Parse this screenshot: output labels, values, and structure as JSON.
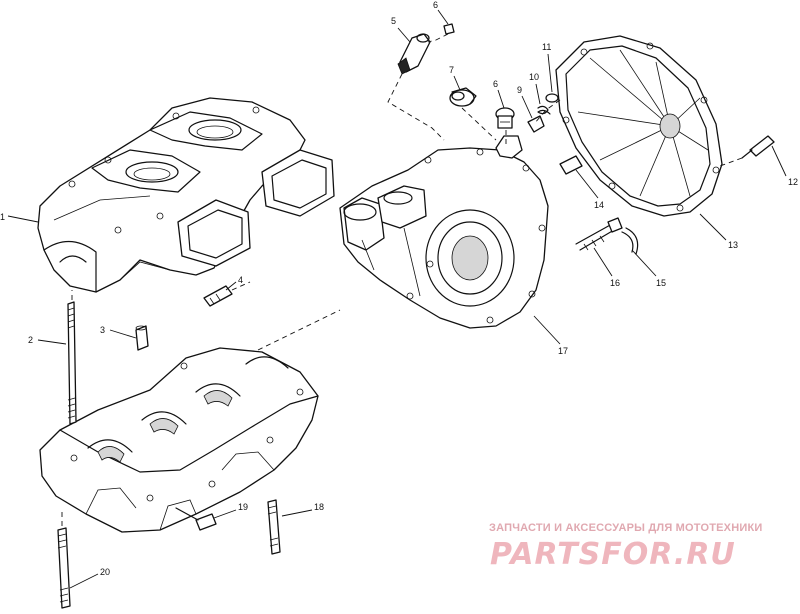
{
  "callouts": {
    "c1": "1",
    "c2": "2",
    "c3": "3",
    "c4": "4",
    "c5": "5",
    "c6a": "6",
    "c6b": "6",
    "c7": "7",
    "c9": "9",
    "c10": "10",
    "c11": "11",
    "c12": "12",
    "c13": "13",
    "c14": "14",
    "c15": "15",
    "c16": "16",
    "c17": "17",
    "c18": "18",
    "c19": "19",
    "c20": "20"
  },
  "watermark": {
    "tagline": "ЗАПЧАСТИ И АКСЕССУАРЫ ДЛЯ МОТОТЕХНИКИ",
    "logo": "PARTSFOR.RU"
  },
  "colors": {
    "line": "#111111",
    "watermark": "#efb6bd"
  }
}
